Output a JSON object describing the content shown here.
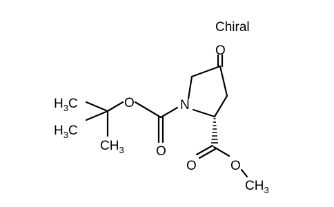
{
  "label": "Chiral",
  "atoms": {
    "nitrogen": "N",
    "ring_ketone_oxygen": "O",
    "carbamate_carbonyl_oxygen": "O",
    "carbamate_ester_oxygen": "O",
    "ester_carbonyl_oxygen": "O",
    "ester_oxygen": "O"
  },
  "methyl_groups": {
    "top_left": {
      "main": "H",
      "sub": "3",
      "tail": "C"
    },
    "middle_left": {
      "main": "H",
      "sub": "3",
      "tail": "C"
    },
    "tbu_bottom": {
      "main": "CH",
      "sub": "3"
    },
    "ester_methyl": {
      "main": "CH",
      "sub": "3"
    }
  },
  "colors": {
    "line": "#000000",
    "background": "#ffffff"
  }
}
